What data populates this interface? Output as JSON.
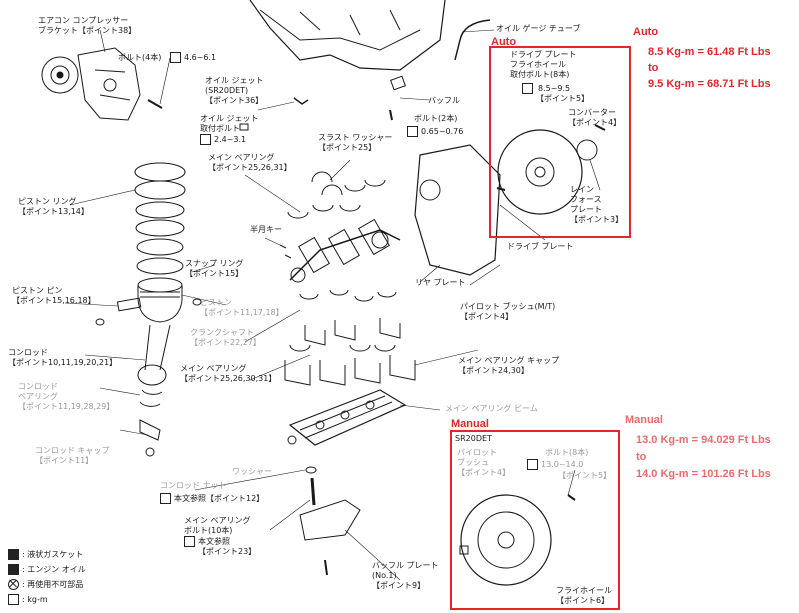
{
  "labels": {
    "compressor_bracket": "エアコン コンプレッサー\nブラケット【ポイント38】",
    "bolt_4": "ボルト(4本)",
    "bolt_4_torque": "4.6~6.1",
    "oil_jet": "オイル ジェット\n(SR20DET)\n【ポイント36】",
    "oil_jet_bolt": "オイル ジェット\n取付ボルト",
    "oil_jet_bolt_torque": "2.4~3.1",
    "oil_gauge_tube": "オイル ゲージ チューブ",
    "baffle": "バッフル",
    "bolt_2": "ボルト(2本)",
    "bolt_2_torque": "0.65~0.76",
    "thrust_washer": "スラスト ワッシャー\n【ポイント25】",
    "main_bearing_upper": "メイン ベアリング\n【ポイント25,26,31】",
    "piston_ring": "ピストン リング\n【ポイント13,14】",
    "half_moon_key": "半月キー",
    "snap_ring": "スナップ リング\n【ポイント15】",
    "piston_pin": "ピストン ピン\n【ポイント15,16,18】",
    "piston": "ピストン\n【ポイント11,17,18】",
    "crankshaft": "クランクシャフト\n【ポイント22,27】",
    "conrod": "コンロッド\n【ポイント10,11,19,20,21】",
    "main_bearing_lower": "メイン ベアリング\n【ポイント25,26,30,31】",
    "conrod_bearing": "コンロッド\nベアリング\n【ポイント11,19,28,29】",
    "conrod_cap": "コンロッド キャップ\n【ポイント11】",
    "rear_plate": "リヤ プレート",
    "pilot_bush_mt": "パイロット ブッシュ(M/T)\n【ポイント4】",
    "main_bearing_cap": "メイン ベアリング キャップ\n【ポイント24,30】",
    "main_bearing_beam": "メイン ベアリング ビーム",
    "washer": "ワッシャー",
    "conrod_nut": "コンロッド ナット",
    "conrod_nut_ref": "本文参照【ポイント12】",
    "main_bearing_bolt": "メイン ベアリング\nボルト(10本)",
    "main_bearing_bolt_ref": "本文参照\n【ポイント23】",
    "baffle_plate": "バッフル プレート\n(No.1)\n【ポイント9】",
    "drive_plate": "ドライブ プレート",
    "auto_drive_plate_hdr": "ドライブ プレート\nフライホイール\n取付ボルト(8本)",
    "auto_torque": "8.5~9.5",
    "auto_point5": "【ポイント5】",
    "converter": "コンバーター\n【ポイント4】",
    "reinforce_plate": "レイン\nフォース\nプレート\n【ポイント3】",
    "manual_engine": "SR20DET",
    "manual_pilot_bush": "パイロット\nブッシュ\n【ポイント4】",
    "manual_bolt8": "ボルト(8本)",
    "manual_torque": "13.0~14.0",
    "manual_point5": "【ポイント5】",
    "flywheel": "フライホイール\n【ポイント6】"
  },
  "legend": [
    {
      "icon": "liquid-gasket",
      "text": ": 液状ガスケット"
    },
    {
      "icon": "engine-oil",
      "text": ": エンジン オイル"
    },
    {
      "icon": "non-reusable",
      "text": ": 再使用不可部品"
    },
    {
      "icon": "torque",
      "text": ": kg-m"
    }
  ],
  "auto_section": {
    "title": "Auto",
    "box_tag": "Auto",
    "line1": "8.5 Kg-m = 61.48 Ft Lbs",
    "line2": "to",
    "line3": "9.5 Kg-m = 68.71 Ft Lbs"
  },
  "manual_section": {
    "title": "Manual",
    "box_tag": "Manual",
    "line1": "13.0 Kg-m = 94.029 Ft Lbs",
    "line2": "to",
    "line3": "14.0 Kg-m = 101.26 Ft Lbs"
  },
  "colors": {
    "annotation": "#e4262b",
    "line": "#1a1a1a",
    "faint": "#9a9a9a"
  }
}
